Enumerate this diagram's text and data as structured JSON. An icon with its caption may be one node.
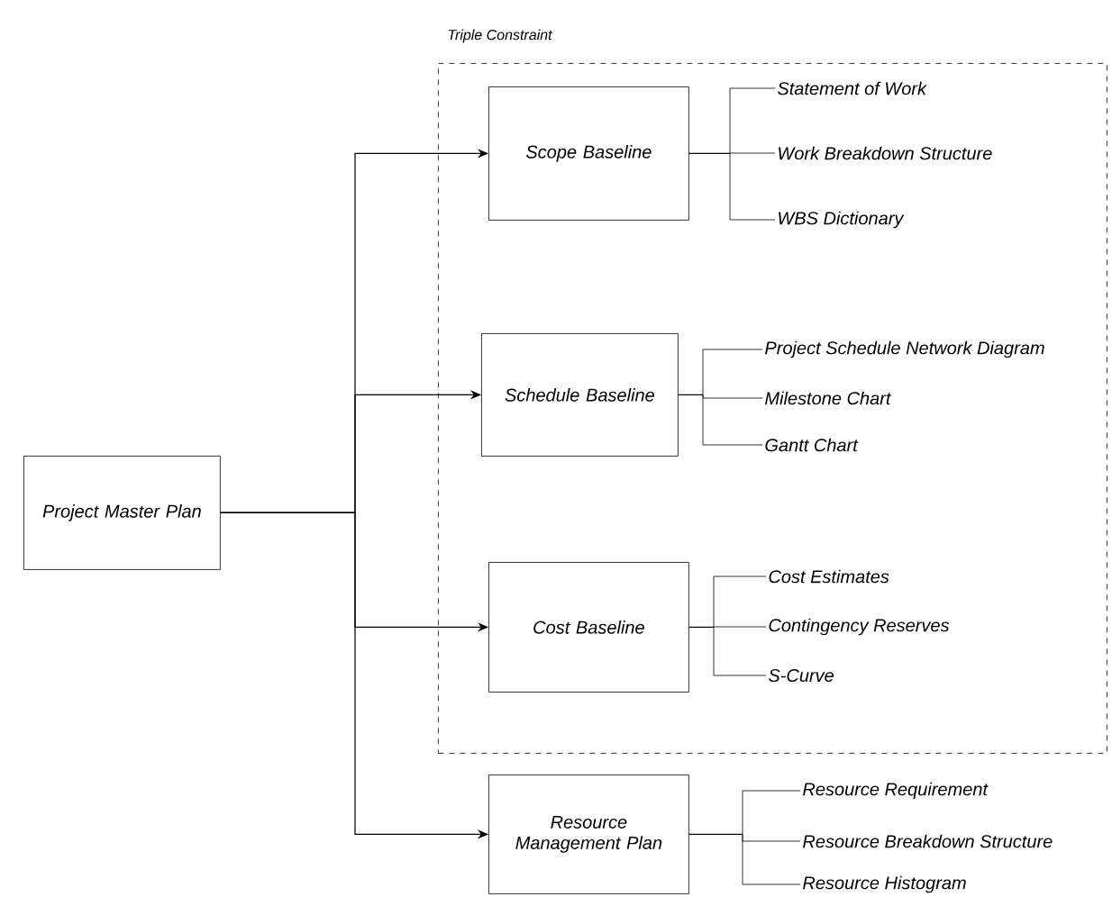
{
  "diagram": {
    "nodes": [
      {
        "text": [
          "Project Master Plan"
        ]
      },
      {
        "text": [
          "Triple Constraint"
        ]
      },
      {
        "text": [
          "Scope Baseline"
        ],
        "in": 1
      },
      {
        "text": [
          "Statement of Work"
        ],
        "in": 1
      },
      {
        "text": [
          "Work Breakdown Structure"
        ],
        "in": 1
      },
      {
        "text": [
          "WBS Dictionary"
        ],
        "in": 1
      },
      {
        "text": [
          "Schedule Baseline"
        ],
        "in": 1
      },
      {
        "text": [
          "Project Schedule Network Diagram"
        ],
        "in": 1
      },
      {
        "text": [
          "Milestone Chart"
        ],
        "in": 1
      },
      {
        "text": [
          "Gantt Chart"
        ],
        "in": 1
      },
      {
        "text": [
          "Cost Baseline"
        ],
        "in": 1
      },
      {
        "text": [
          "Cost Estimates"
        ],
        "in": 1
      },
      {
        "text": [
          "Contingency Reserves"
        ],
        "in": 1
      },
      {
        "text": [
          "S-Curve"
        ],
        "in": 1
      },
      {
        "text": [
          "Resource Management Plan"
        ]
      },
      {
        "text": [
          "Resource Requirement"
        ]
      },
      {
        "text": [
          "Resource Breakdown Structure"
        ]
      },
      {
        "text": [
          "Resource Histogram"
        ]
      }
    ],
    "edges": [
      {
        "from": 0,
        "to": 2,
        "arrow": "to"
      },
      {
        "from": 0,
        "to": 6,
        "arrow": "to"
      },
      {
        "from": 0,
        "to": 10,
        "arrow": "to"
      },
      {
        "from": 0,
        "to": 14,
        "arrow": "to"
      },
      {
        "from": 2,
        "to": 3,
        "arrow": "none"
      },
      {
        "from": 2,
        "to": 4,
        "arrow": "none"
      },
      {
        "from": 2,
        "to": 5,
        "arrow": "none"
      },
      {
        "from": 6,
        "to": 7,
        "arrow": "none"
      },
      {
        "from": 6,
        "to": 8,
        "arrow": "none"
      },
      {
        "from": 6,
        "to": 9,
        "arrow": "none"
      },
      {
        "from": 10,
        "to": 11,
        "arrow": "none"
      },
      {
        "from": 10,
        "to": 12,
        "arrow": "none"
      },
      {
        "from": 10,
        "to": 13,
        "arrow": "none"
      },
      {
        "from": 14,
        "to": 15,
        "arrow": "none"
      },
      {
        "from": 14,
        "to": 16,
        "arrow": "none"
      },
      {
        "from": 14,
        "to": 17,
        "arrow": "none"
      }
    ]
  }
}
